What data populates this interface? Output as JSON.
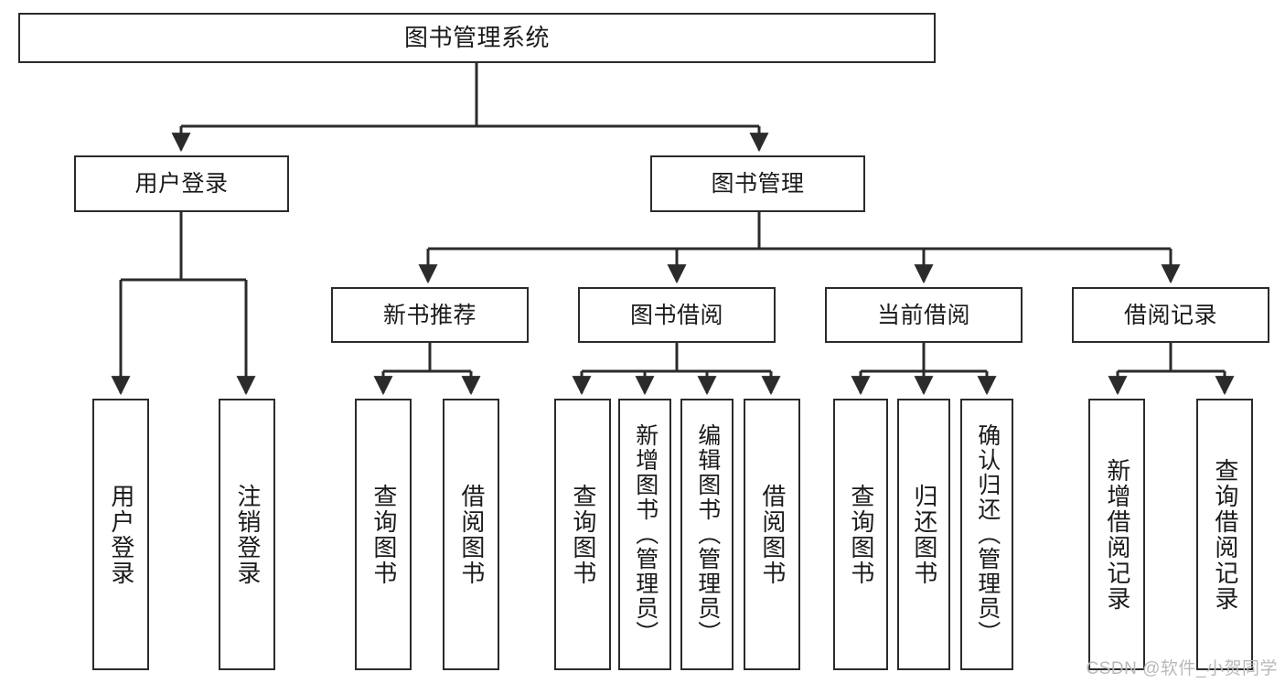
{
  "diagram": {
    "title": "图书管理系统",
    "type": "function-hierarchy-tree",
    "colors": {
      "box_border": "#2b2b2b",
      "box_fill": "#ffffff",
      "connector": "#2b2b2b",
      "background": "#ffffff",
      "watermark": "#b9b9b9"
    },
    "watermark": "CSDN @软件_小贺同学"
  },
  "nodes": {
    "root": {
      "label": "图书管理系统"
    },
    "level2": [
      {
        "label": "用户登录"
      },
      {
        "label": "图书管理"
      }
    ],
    "level3": [
      {
        "label": "新书推荐"
      },
      {
        "label": "图书借阅"
      },
      {
        "label": "当前借阅"
      },
      {
        "label": "借阅记录"
      }
    ],
    "leaves": {
      "user_login": [
        {
          "label": "用户登录"
        },
        {
          "label": "注销登录"
        }
      ],
      "new_book_recommend": [
        {
          "label": "查询图书"
        },
        {
          "label": "借阅图书"
        }
      ],
      "book_borrow": [
        {
          "label": "查询图书"
        },
        {
          "label": "新增图书（管理员）"
        },
        {
          "label": "编辑图书（管理员）"
        },
        {
          "label": "借阅图书"
        }
      ],
      "current_borrow": [
        {
          "label": "查询图书"
        },
        {
          "label": "归还图书"
        },
        {
          "label": "确认归还（管理员）"
        }
      ],
      "borrow_record": [
        {
          "label": "新增借阅记录"
        },
        {
          "label": "查询借阅记录"
        }
      ]
    }
  }
}
